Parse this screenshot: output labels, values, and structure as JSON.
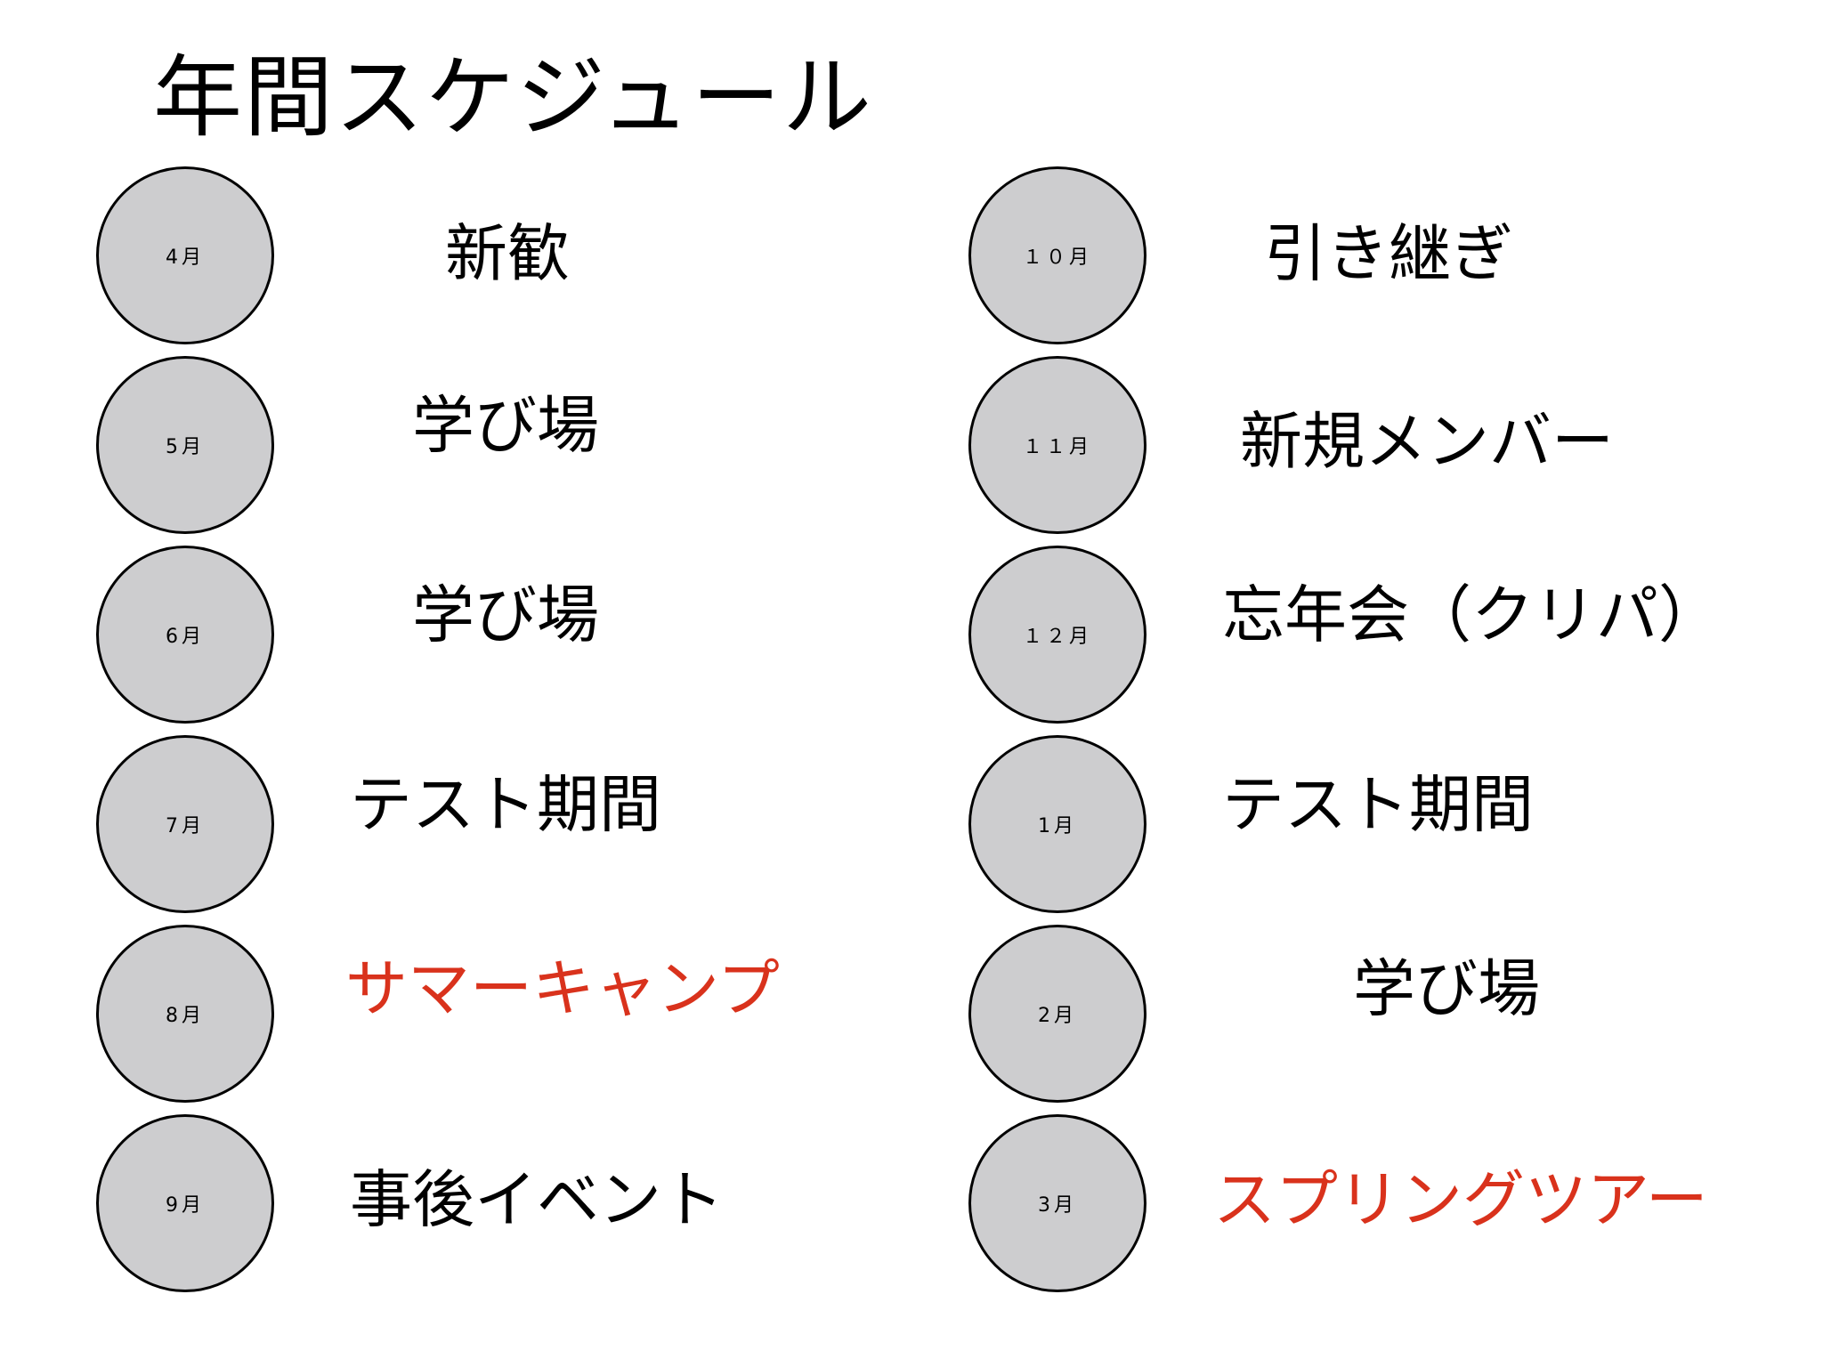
{
  "title": "年間スケジュール",
  "highlight_color": "#d9321c",
  "circle_fill": "#cdcdcf",
  "left_column": [
    {
      "month": "4月",
      "event": "新歓",
      "highlight": false
    },
    {
      "month": "5月",
      "event": "学び場",
      "highlight": false
    },
    {
      "month": "6月",
      "event": "学び場",
      "highlight": false
    },
    {
      "month": "7月",
      "event": "テスト期間",
      "highlight": false
    },
    {
      "month": "8月",
      "event": "サマーキャンプ",
      "highlight": true
    },
    {
      "month": "9月",
      "event": "事後イベント",
      "highlight": false
    }
  ],
  "right_column": [
    {
      "month": "１０月",
      "event": "引き継ぎ",
      "highlight": false
    },
    {
      "month": "１１月",
      "event": "新規メンバー",
      "highlight": false
    },
    {
      "month": "１２月",
      "event": "忘年会（クリパ）",
      "highlight": false
    },
    {
      "month": "1月",
      "event": "テスト期間",
      "highlight": false
    },
    {
      "month": "2月",
      "event": "学び場",
      "highlight": false
    },
    {
      "month": "3月",
      "event": "スプリングツアー",
      "highlight": true
    }
  ]
}
